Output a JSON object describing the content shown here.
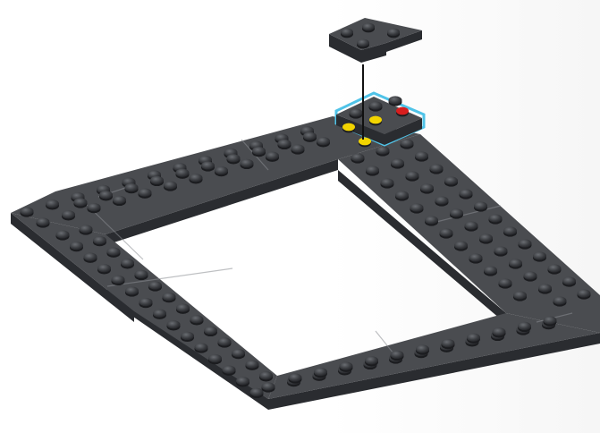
{
  "scene": {
    "background_color": "#ffffff",
    "plate_color": "#4a4c50",
    "plate_dark": "#2a2c30",
    "stud_color": "#3c3e42",
    "highlight_color": "#4fc3e8",
    "marker_yellow": "#f2d400",
    "marker_red": "#d81e1e",
    "callout_line_color": "#111111"
  },
  "parts": {
    "base_frame": "frame-built-from-dark-grey-plates",
    "new_part": "l-shaped-dark-grey-plate",
    "placement_target": "highlighted-2x3-plate-corner"
  }
}
